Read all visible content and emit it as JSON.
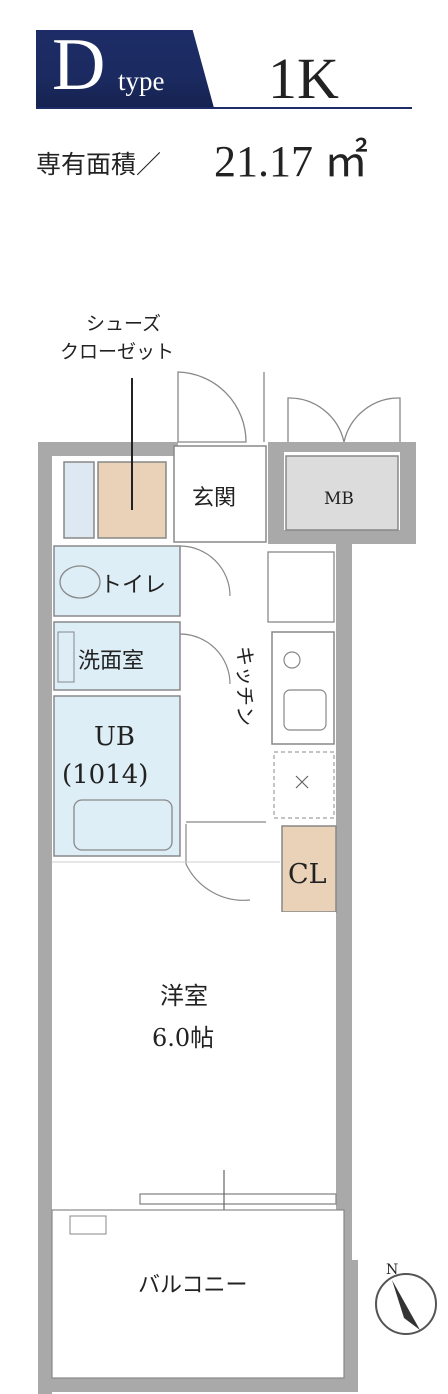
{
  "header": {
    "type_letter": "D",
    "type_word": "type",
    "layout_name": "1K",
    "area_label": "専有面積／",
    "area_value": "21.17 ㎡"
  },
  "rooms": {
    "shoe_closet_line1": "シューズ",
    "shoe_closet_line2": "クローゼット",
    "entrance": "玄関",
    "mb": "MB",
    "toilet": "トイレ",
    "washroom": "洗面室",
    "kitchen": "キッチン",
    "bath_line1": "UB",
    "bath_line2": "(1014)",
    "closet": "CL",
    "western_room": "洋室",
    "western_room_size": "6.0帖",
    "balcony": "バルコニー"
  },
  "compass": {
    "north_label": "N"
  },
  "colors": {
    "header_band": "#1d2c66",
    "wall": "#a9a9a9",
    "wet_area": "#ddeef6",
    "storage": "#e9d2b8",
    "mb_box": "#dcdcdc"
  }
}
